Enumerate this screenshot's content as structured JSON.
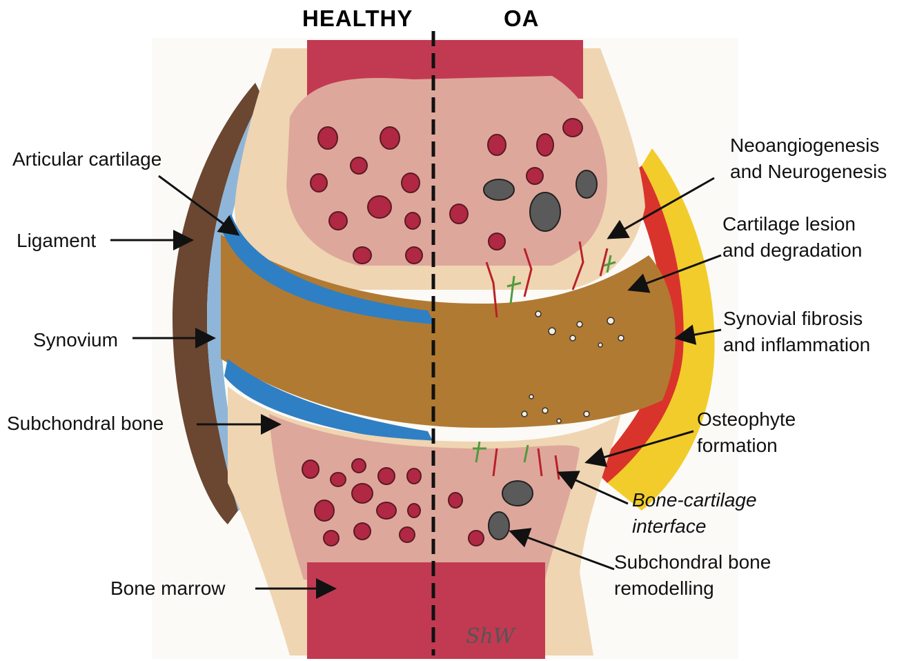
{
  "headers": {
    "healthy": "HEALTHY",
    "oa": "OA"
  },
  "labels_left": {
    "articular_cartilage": "Articular cartilage",
    "ligament": "Ligament",
    "synovium": "Synovium",
    "subchondral_bone": "Subchondral bone",
    "bone_marrow": "Bone marrow"
  },
  "labels_right": {
    "neo_line1": "Neoangiogenesis",
    "neo_line2": "and Neurogenesis",
    "lesion_line1": "Cartilage lesion",
    "lesion_line2": "and degradation",
    "fibrosis_line1": "Synovial fibrosis",
    "fibrosis_line2": "and inflammation",
    "osteo_line1": "Osteophyte",
    "osteo_line2": "formation",
    "interface_line1": "Bone-cartilage",
    "interface_line2": "interface",
    "remodel_line1": "Subchondral bone",
    "remodel_line2": "remodelling"
  },
  "signature": "ShW",
  "colors": {
    "bone_beige": "#efd5b2",
    "bone_pink": "#dea79b",
    "marrow_red": "#c23a52",
    "cartilage_blue": "#2f7fc4",
    "synovial_brown": "#b17a32",
    "ligament_brown": "#6b4630",
    "inflamed_red": "#d9342b",
    "fibrosis_yellow": "#f2cc2a",
    "vessel_red": "#b8202a",
    "nerve_green": "#4f9a3c",
    "lesion_gray": "#5a5a5a"
  }
}
